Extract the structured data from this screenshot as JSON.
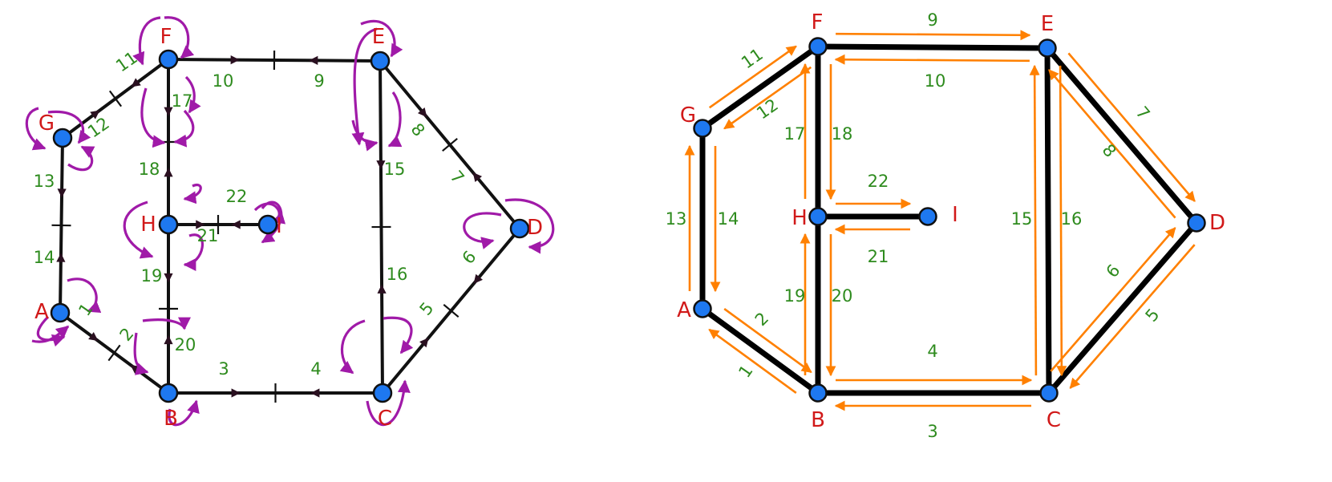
{
  "colors": {
    "vertex_fill": "#1e78f0",
    "vertex_label": "#d11919",
    "edge_label": "#2e8b1e",
    "edge": "#111111",
    "traversal_loop": "#a01aa8",
    "traversal_arrow": "#ff8000"
  },
  "vertices": [
    "A",
    "B",
    "C",
    "D",
    "E",
    "F",
    "G",
    "H",
    "I"
  ],
  "edge_numbers": [
    "1",
    "2",
    "3",
    "4",
    "5",
    "6",
    "7",
    "8",
    "9",
    "10",
    "11",
    "12",
    "13",
    "14",
    "15",
    "16",
    "17",
    "18",
    "19",
    "20",
    "21",
    "22"
  ],
  "left_diagram": {
    "edges": [
      [
        "A",
        "B"
      ],
      [
        "B",
        "C"
      ],
      [
        "C",
        "D"
      ],
      [
        "D",
        "E"
      ],
      [
        "E",
        "F"
      ],
      [
        "F",
        "G"
      ],
      [
        "G",
        "A"
      ],
      [
        "E",
        "C"
      ],
      [
        "F",
        "H"
      ],
      [
        "H",
        "B"
      ],
      [
        "H",
        "I"
      ]
    ]
  },
  "right_diagram": {
    "edges": [
      [
        "A",
        "B"
      ],
      [
        "B",
        "C"
      ],
      [
        "C",
        "D"
      ],
      [
        "D",
        "E"
      ],
      [
        "E",
        "F"
      ],
      [
        "F",
        "G"
      ],
      [
        "G",
        "A"
      ],
      [
        "E",
        "C"
      ],
      [
        "F",
        "H"
      ],
      [
        "H",
        "B"
      ],
      [
        "H",
        "I"
      ]
    ],
    "traversal": [
      [
        "A",
        "B"
      ],
      [
        "B",
        "A"
      ],
      [
        "B",
        "C"
      ],
      [
        "C",
        "B"
      ],
      [
        "C",
        "D"
      ],
      [
        "D",
        "C"
      ],
      [
        "D",
        "E"
      ],
      [
        "E",
        "D"
      ],
      [
        "E",
        "F"
      ],
      [
        "F",
        "E"
      ],
      [
        "F",
        "G"
      ],
      [
        "G",
        "F"
      ],
      [
        "G",
        "A"
      ],
      [
        "A",
        "G"
      ],
      [
        "E",
        "C"
      ],
      [
        "C",
        "E"
      ],
      [
        "F",
        "H"
      ],
      [
        "H",
        "F"
      ],
      [
        "H",
        "B"
      ],
      [
        "B",
        "H"
      ],
      [
        "H",
        "I"
      ],
      [
        "I",
        "H"
      ]
    ]
  }
}
